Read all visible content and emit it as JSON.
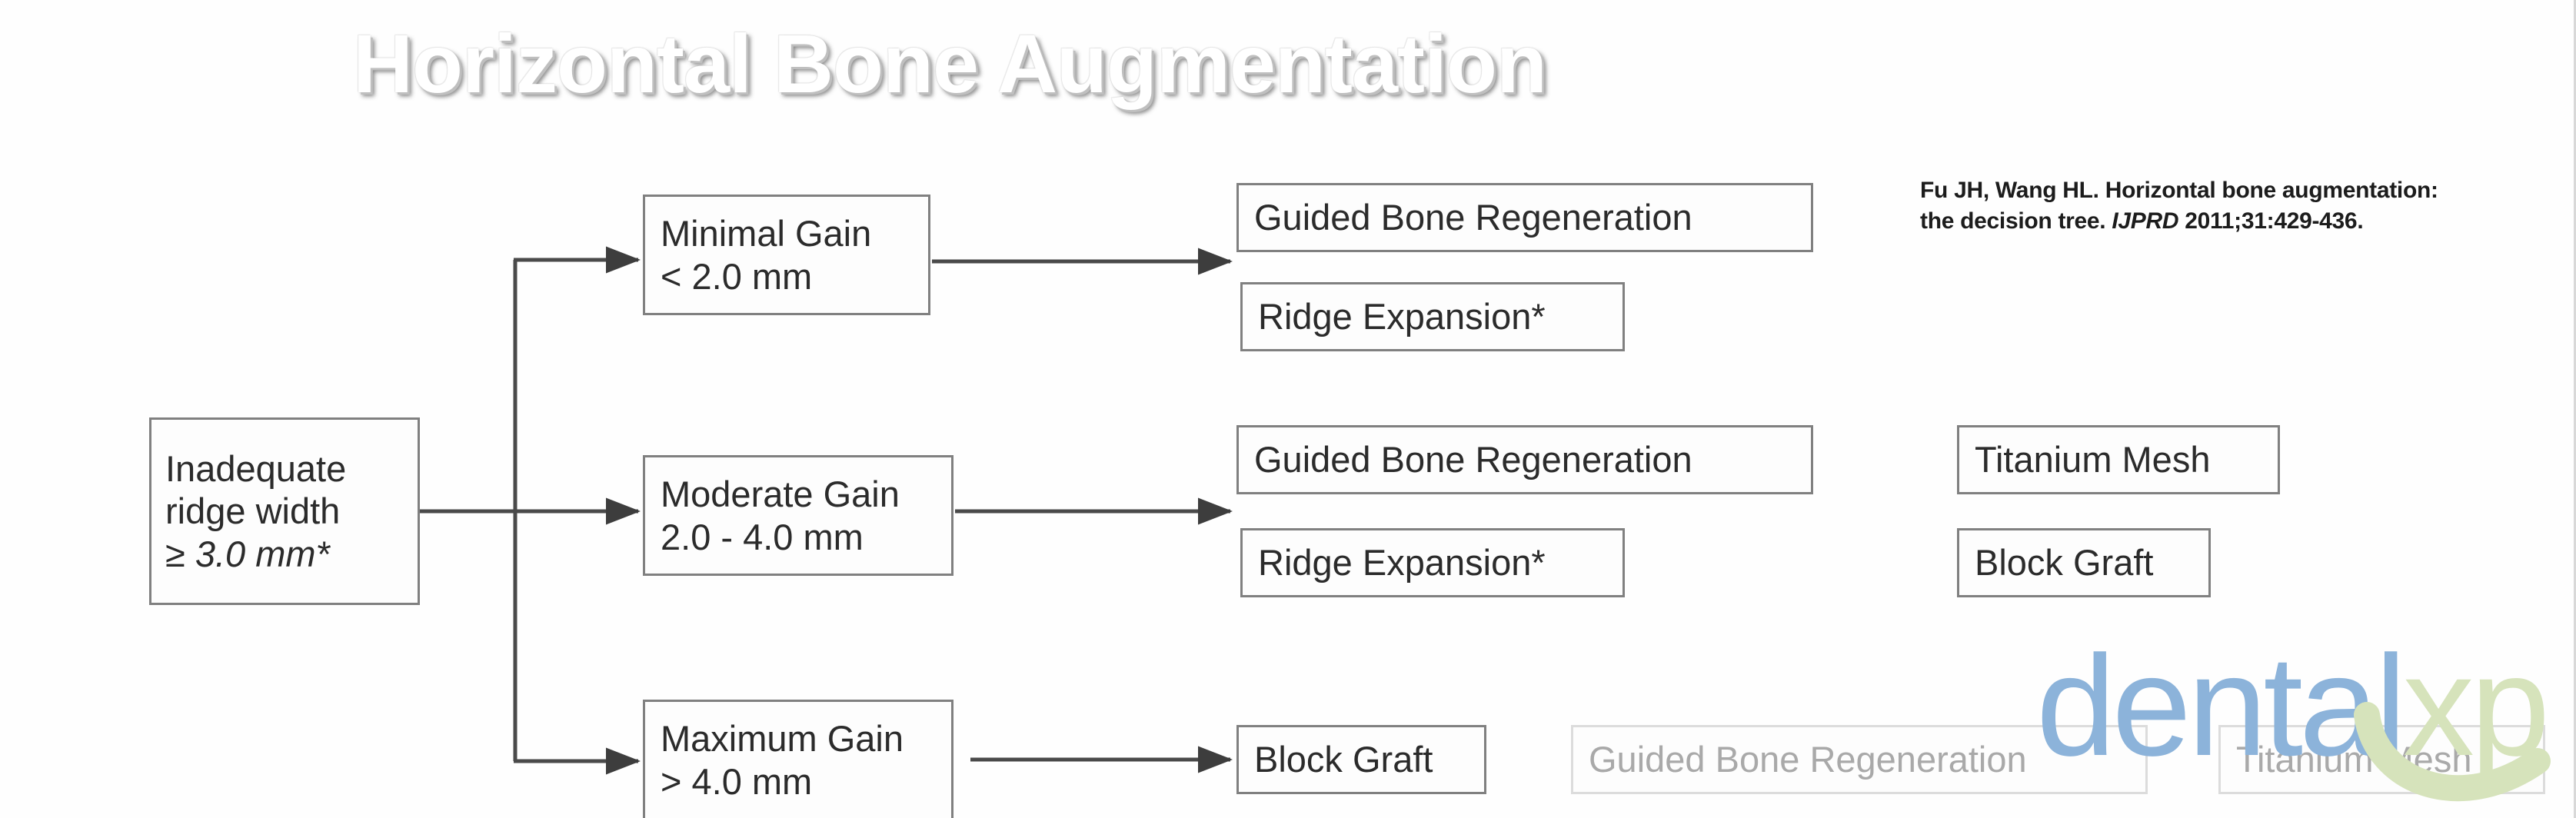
{
  "slide": {
    "title": "Horizontal Bone Augmentation",
    "background_color": "#ffffff",
    "title_color": "#ffffff",
    "title_shadow_color": "#6e6e6e"
  },
  "citation": {
    "line1": "Fu JH, Wang HL. Horizontal bone augmentation:",
    "line2_prefix": "the decision tree. ",
    "journal": "IJPRD",
    "line2_suffix": " 2011;31:429-436."
  },
  "root": {
    "line1": "Inadequate",
    "line2": "ridge width",
    "line3": "≥ 3.0 mm*"
  },
  "branches": [
    {
      "id": "minimal",
      "label": "Minimal Gain",
      "range": "< 2.0 mm",
      "options": [
        "Guided Bone Regeneration",
        "Ridge Expansion*"
      ],
      "extra_options": []
    },
    {
      "id": "moderate",
      "label": "Moderate Gain",
      "range": "2.0 - 4.0 mm",
      "options": [
        "Guided Bone Regeneration",
        "Ridge Expansion*"
      ],
      "extra_options": [
        "Titanium Mesh",
        "Block Graft"
      ]
    },
    {
      "id": "maximum",
      "label": "Maximum Gain",
      "range": "> 4.0 mm",
      "options": [
        "Block Graft"
      ],
      "faded_options": [
        "Guided Bone Regeneration",
        "Titanium Mesh"
      ]
    }
  ],
  "watermark": {
    "text_primary": "dental",
    "text_secondary": "xp",
    "color_primary": "#8CB3DA",
    "color_secondary": "#D6E3BB"
  },
  "colors": {
    "box_border": "#808080",
    "box_border_faded": "#dcdcdc",
    "text": "#2b2b2b",
    "text_faded": "#a9a9a9",
    "connector": "#4a4a4a"
  }
}
